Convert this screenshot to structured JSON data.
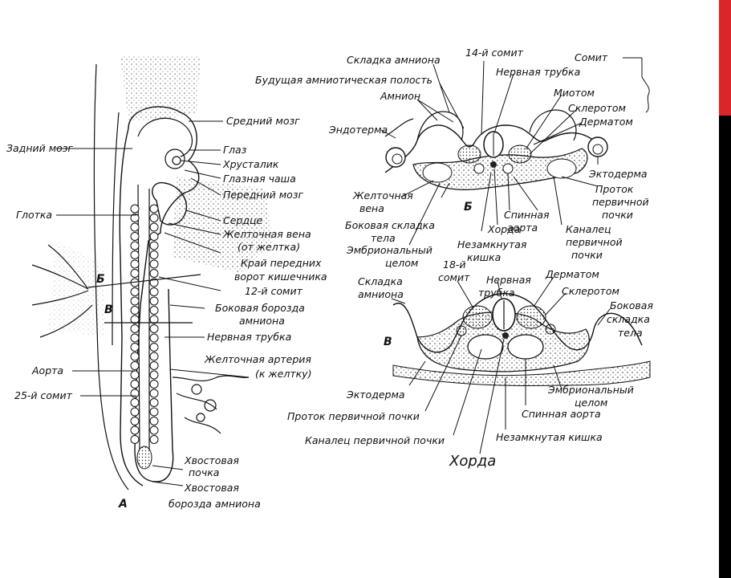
{
  "figure": {
    "panels": {
      "a": "А",
      "b": "Б",
      "v": "В"
    },
    "panel_a": {
      "srednij_mozg": "Средний мозг",
      "zadnij_mozg": "Задний мозг",
      "glaz": "Глаз",
      "hrustalik": "Хрусталик",
      "glaznaya_chasha": "Глазная чаша",
      "perednij_mozg": "Передний мозг",
      "glotka": "Глотка",
      "serdce": "Сердце",
      "zheltochnaya_vena_1": "Желточная вена",
      "zheltochnaya_vena_2": "(от желтка)",
      "kraj_1": "Край передних",
      "kraj_2": "ворот кишечника",
      "somit12": "12-й сомит",
      "bokovaya_1": "Боковая борозда",
      "bokovaya_2": "амниона",
      "nervnaya_trubka": "Нервная трубка",
      "arteriya_1": "Желточная артерия",
      "arteriya_2": "(к желтку)",
      "aorta": "Аорта",
      "somit25": "25-й сомит",
      "hvost_pochka_1": "Хвостовая",
      "hvost_pochka_2": "почка",
      "hvost_borozda_1": "Хвостовая",
      "hvost_borozda_2": "борозда амниона",
      "marker_b": "Б",
      "marker_v": "В"
    },
    "panel_b": {
      "skladka_amniona": "Складка амниона",
      "somit14": "14-й сомит",
      "somit": "Сомит",
      "budushaya": "Будущая амниотическая полость",
      "nervnaya_trubka": "Нервная трубка",
      "amnion": "Амнион",
      "miotom": "Миотом",
      "sklerotom": "Склеротом",
      "dermatom": "Дерматом",
      "endoterma": "Эндотерма",
      "ektoderma": "Эктодерма",
      "protok_1": "Проток",
      "protok_2": "первичной",
      "protok_3": "почки",
      "zheltochnaya_1": "Желточная",
      "zheltochnaya_2": "вена",
      "bokovaya_1": "Боковая складка",
      "bokovaya_2": "тела",
      "spinnaya_1": "Спинная",
      "spinnaya_2": "аорта",
      "horda": "Хорда",
      "kanalec_1": "Каналец",
      "kanalec_2": "первичной",
      "kanalec_3": "почки",
      "embr_1": "Эмбриональный",
      "embr_2": "целом",
      "nezamk_1": "Незамкнутая",
      "nezamk_2": "кишка"
    },
    "panel_v": {
      "skladka_1": "Складка",
      "skladka_2": "амниона",
      "somit18_1": "18-й",
      "somit18_2": "сомит",
      "nervnaya_1": "Нервная",
      "nervnaya_2": "трубка",
      "dermatom": "Дерматом",
      "sklerotom": "Склеротом",
      "bokovaya_1": "Боковая",
      "bokovaya_2": "складка",
      "bokovaya_3": "тела",
      "ektoderma": "Эктодерма",
      "embr_1": "Эмбриональный",
      "embr_2": "целом",
      "protok": "Проток первичной почки",
      "spinnaya_aorta": "Спинная аорта",
      "kanalec": "Каналец первичной почки",
      "nezamk": "Незамкнутая кишка",
      "horda": "Хорда"
    }
  }
}
